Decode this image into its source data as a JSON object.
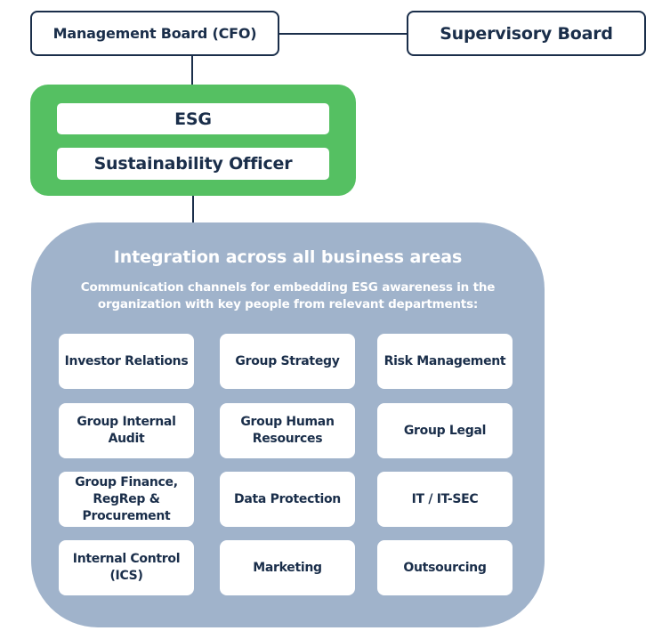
{
  "boards": {
    "management": "Management Board (CFO)",
    "supervisory": "Supervisory Board"
  },
  "esg": {
    "items": [
      "ESG",
      "Sustainability Officer"
    ],
    "color": "#55c062"
  },
  "integration": {
    "title": "Integration across all business areas",
    "subtitle": "Communication channels for embedding ESG awareness in the organization with key people from relevant departments:",
    "color": "#a0b3cb",
    "departments": [
      "Investor Relations",
      "Group Strategy",
      "Risk Management",
      "Group Internal Audit",
      "Group Human Resources",
      "Group Legal",
      "Group Finance, RegRep & Procurement",
      "Data Protection",
      "IT / IT-SEC",
      "Internal Control (ICS)",
      "Marketing",
      "Outsourcing"
    ]
  },
  "text_color": "#1a2e4a"
}
